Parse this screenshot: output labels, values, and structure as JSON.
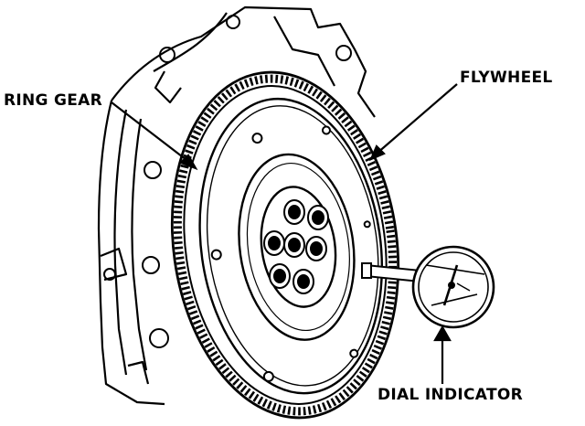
{
  "labels": {
    "ring_gear": "RING GEAR",
    "flywheel": "FLYWHEEL",
    "dial_indicator": "DIAL INDICATOR"
  },
  "colors": {
    "ink": "#000000",
    "paper": "#ffffff"
  }
}
